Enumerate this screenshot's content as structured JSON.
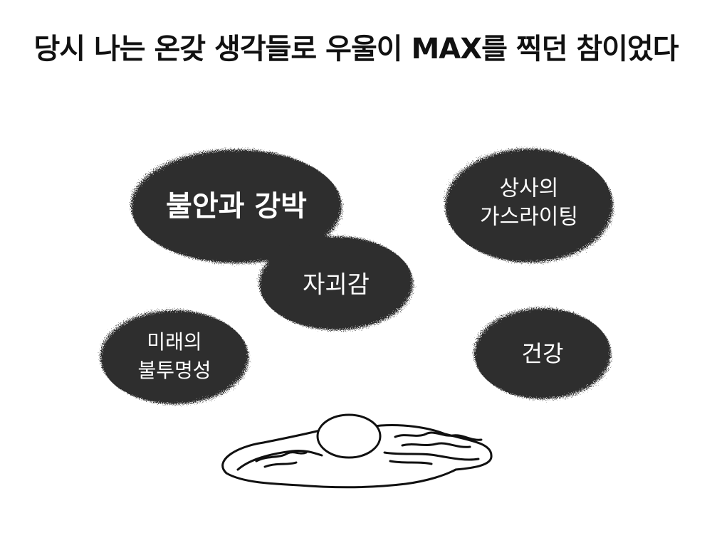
{
  "title": "당시 나는 온갖 생각들로 우울이 MAX를 찍던 참이었다",
  "colors": {
    "bubble": "#2f2f2f",
    "text": "#111111",
    "bubble_text": "#ffffff",
    "background": "#ffffff"
  },
  "bubbles": {
    "anxiety": {
      "lines": [
        "불안과 강박"
      ]
    },
    "self_blame": {
      "lines": [
        "자괴감"
      ]
    },
    "gaslighting": {
      "lines": [
        "상사의",
        "가스라이팅"
      ]
    },
    "future": {
      "lines": [
        "미래의",
        "불투명성"
      ]
    },
    "health": {
      "lines": [
        "건강"
      ]
    }
  },
  "figure": {
    "icon": "melted-person-icon"
  }
}
